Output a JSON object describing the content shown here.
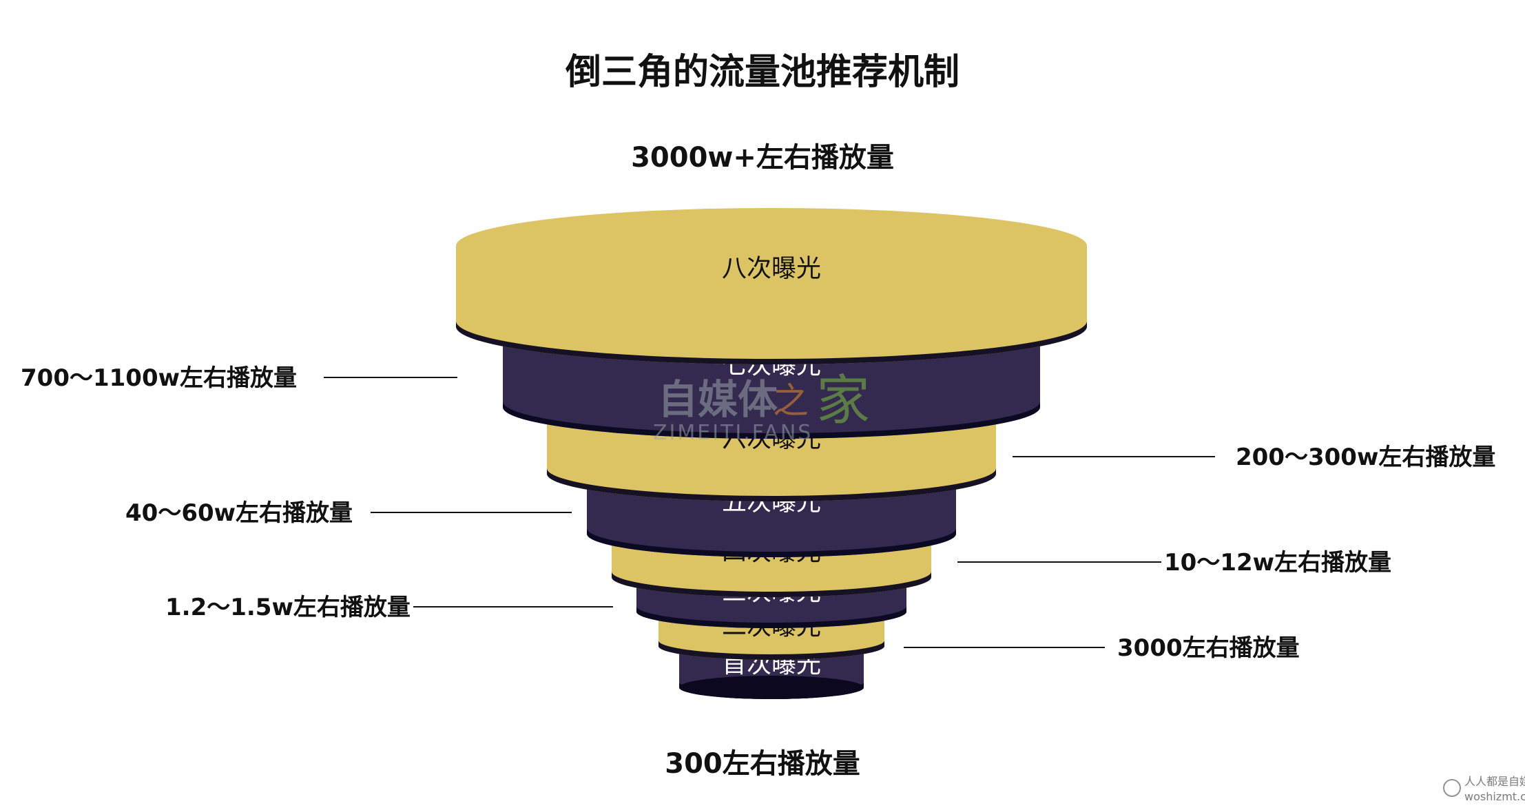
{
  "title": "倒三角的流量池推荐机制",
  "top_label": "3000w+左右播放量",
  "bottom_label": "300左右播放量",
  "colors": {
    "gold": "#DCC464",
    "purple": "#342A4F",
    "dark": "#0B0820",
    "line": "#111111"
  },
  "tiers": [
    {
      "label": "八次曝光",
      "color": "gold"
    },
    {
      "label": "七次曝光",
      "color": "purple"
    },
    {
      "label": "六次曝光",
      "color": "gold"
    },
    {
      "label": "五次曝光",
      "color": "purple"
    },
    {
      "label": "四次曝光",
      "color": "gold"
    },
    {
      "label": "三次曝光",
      "color": "purple"
    },
    {
      "label": "二次曝光",
      "color": "gold"
    },
    {
      "label": "首次曝光",
      "color": "purple"
    }
  ],
  "annotations": [
    {
      "text": "700～1100w左右播放量",
      "side": "left"
    },
    {
      "text": "200～300w左右播放量",
      "side": "right"
    },
    {
      "text": "40～60w左右播放量",
      "side": "left"
    },
    {
      "text": "10～12w左右播放量",
      "side": "right"
    },
    {
      "text": "1.2～1.5w左右播放量",
      "side": "left"
    },
    {
      "text": "3000左右播放量",
      "side": "right"
    }
  ],
  "watermark": {
    "cn": "自媒体之家",
    "en": "ZIMEITI.FANS",
    "corner_cn": "人人都是自媒体",
    "corner_en": "woshizmt.cn"
  }
}
